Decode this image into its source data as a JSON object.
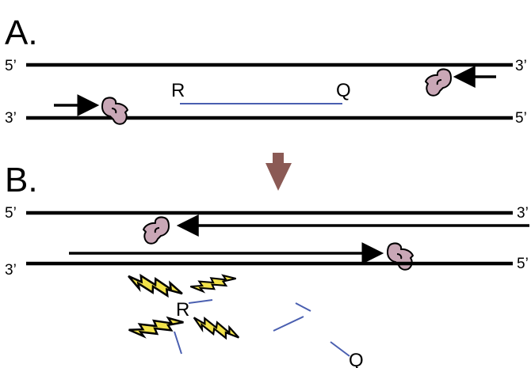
{
  "panels": {
    "a": {
      "label": "A."
    },
    "b": {
      "label": "B."
    }
  },
  "strand_ends": {
    "five_prime": "5’",
    "three_prime": "3’"
  },
  "probe": {
    "reporter": "R",
    "quencher": "Q"
  },
  "colors": {
    "strand": "#000000",
    "probe": "#4a5fb0",
    "enzyme": "#c9a7b6",
    "transition_arrow": "#8b5a55",
    "flash": "#f2e24a"
  },
  "icons": {
    "polymerase": "polymerase-icon",
    "fluorescence": "fluorescence-burst-icon"
  }
}
